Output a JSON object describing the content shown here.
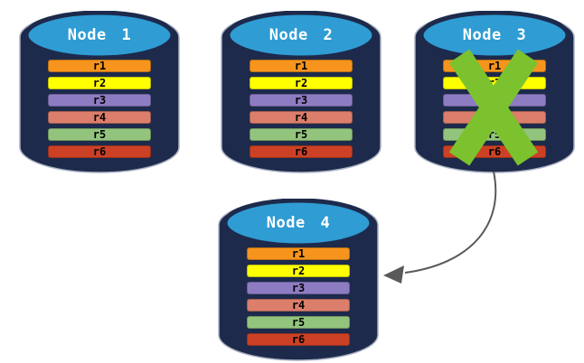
{
  "diagram": {
    "type": "database-replication-failover",
    "node_count": 4
  },
  "colors": {
    "cylinder_body": "#1D2A4B",
    "cylinder_top": "#2F9CD4",
    "cylinder_outline": "#A9B0C2",
    "node_label": "#FFFFFF",
    "bar_label": "#000000",
    "failure_x": "#7CC22E",
    "arrow": "#595959"
  },
  "replicas": [
    {
      "label": "r1",
      "color": "#F7941D"
    },
    {
      "label": "r2",
      "color": "#FFFF00"
    },
    {
      "label": "r3",
      "color": "#8E7CC3"
    },
    {
      "label": "r4",
      "color": "#DB7E6B"
    },
    {
      "label": "r5",
      "color": "#93C47D"
    },
    {
      "label": "r6",
      "color": "#CC4125"
    }
  ],
  "nodes": [
    {
      "label": "Node 1",
      "failed": false
    },
    {
      "label": "Node 2",
      "failed": false
    },
    {
      "label": "Node 3",
      "failed": true
    },
    {
      "label": "Node 4",
      "failed": false
    }
  ],
  "arrow": {
    "from": "Node 3",
    "to": "Node 4",
    "color": "#595959"
  }
}
